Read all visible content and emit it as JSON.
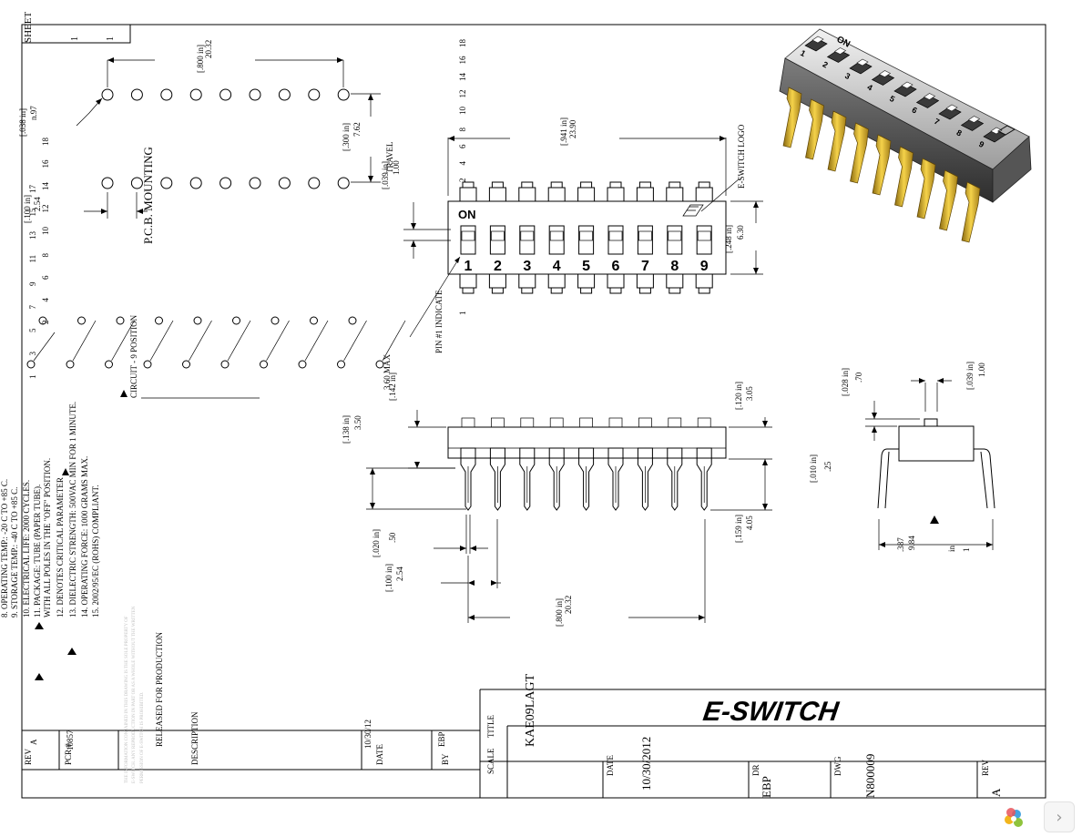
{
  "sheet": {
    "label": "SHEET",
    "num": "1",
    "total": "1"
  },
  "pcb": {
    "title": "P.C.B. MOUNTING",
    "top_dim_in": "[.800 in]",
    "top_dim_mm": "20.32",
    "hole_in": "[.038 in]",
    "hole_mm": "n.97",
    "row_in": "[.300 in]",
    "row_mm": "7.62",
    "pitch_in": "[.100 in]",
    "pitch_mm": "2.54",
    "pins_upper": [
      "1",
      "3",
      "5",
      "7",
      "9",
      "11",
      "13",
      "15",
      "17"
    ],
    "pins_lower": [
      "2",
      "4",
      "6",
      "8",
      "10",
      "12",
      "14",
      "16",
      "18"
    ],
    "circuit_label": "CIRCUIT - 9 POSITION"
  },
  "notes": [
    "8. OPERATING TEMP.: -20 C TO +85 C.",
    "9. STORAGE TEMP.: -40 C TO +85 C.",
    "10. ELECTRICAL LIFE: 2000 CYCLES.",
    "11. PACKAGE: TUBE (PAPER TUBE).",
    "    WITH ALL POLES IN THE \"OFF\" POSITION.",
    "12. DENOTES CRITICAL PARAMETER",
    "13. DIELECTRIC STRENGTH: 500VAC MIN FOR 1 MINUTE.",
    "14. OPERATING FORCE: 1000 GRAMS MAX.",
    "15. 2002/95/EC (ROHS) COMPLIANT."
  ],
  "top_view": {
    "width_in": "[.941 in]",
    "width_mm": "23.90",
    "height_in": "[.248 in]",
    "height_mm": "6.30",
    "travel_in": "[.039 in]",
    "travel_mm": "1.00",
    "travel_label": "TRAVEL",
    "logo_label": "E-SWITCH LOGO",
    "on_label": "ON",
    "switch_numbers": [
      "1",
      "2",
      "3",
      "4",
      "5",
      "6",
      "7",
      "8",
      "9"
    ],
    "pin_numbers_top": [
      "2",
      "4",
      "6",
      "8",
      "10",
      "12",
      "14",
      "16",
      "18"
    ],
    "pin1_label": "PIN #1 INDICATE"
  },
  "front_view": {
    "max_in": "[.142 in]",
    "max_label": "3.60 MAX",
    "body_in": "[.138 in]",
    "body_mm": "3.50",
    "top_in": "[.120 in]",
    "top_mm": "3.05",
    "lead_in": "[.159 in]",
    "lead_mm": "4.05",
    "pin_w_in": "[.020 in]",
    "pin_w_mm": ".50",
    "pitch_in": "[.100 in]",
    "pitch_mm": "2.54",
    "span_in": "[.800 in]",
    "span_mm": "20.32"
  },
  "side_view": {
    "act_in": "[.028 in]",
    "act_mm": ".70",
    "act_w_in": "[.039 in]",
    "act_w_mm": "1.00",
    "th_in": "[.010 in]",
    "th_mm": ".25",
    "span_a": ".387",
    "span_b": "9.84",
    "span_c": "in",
    "span_d": "1"
  },
  "revision_block": {
    "rev_header": "REV",
    "rev": "A",
    "pcr_header": "PCR #",
    "pcr": "10857",
    "desc_header": "DESCRIPTION",
    "desc": "RELEASED FOR PRODUCTION",
    "date_header": "DATE",
    "date": "10/30/12",
    "by_header": "BY",
    "by": "EBP",
    "disclaimer_1": "THE INFORMATION CONTAINED IN THIS DRAWING IS THE SOLE PROPERTY OF",
    "disclaimer_2": "E-SWITCH. ANY REPRODUCTION IN PART OR AS A WHOLE WITHOUT THE WRITTEN",
    "disclaimer_3": "PERMISSION OF E-SWITCH IS PROHIBITED."
  },
  "title_block": {
    "brand": "E-SWITCH",
    "title_label": "TITLE",
    "title": "KAE09LAGT",
    "scale_label": "SCALE",
    "date_label": "DATE",
    "date": "10/30/2012",
    "dr_label": "DR",
    "dr": "EBP",
    "dwg_label": "DWG",
    "dwg": "N800009",
    "rev_label": "REV",
    "rev": "A"
  },
  "ui": {
    "next_icon": "chevron-right-icon",
    "corner_icon": "flower-logo-icon"
  }
}
